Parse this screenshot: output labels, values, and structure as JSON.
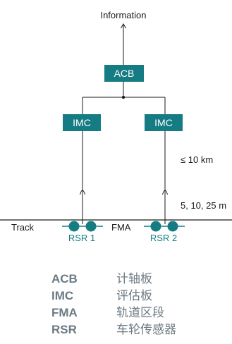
{
  "diagram": {
    "top_label": "Information",
    "acb_label": "ACB",
    "imc_left_label": "IMC",
    "imc_right_label": "IMC",
    "distance_label": "≤ 10 km",
    "heights_label": "5, 10, 25 m",
    "track_label": "Track",
    "fma_label": "FMA",
    "rsr1_label": "RSR 1",
    "rsr2_label": "RSR 2"
  },
  "colors": {
    "box_fill": "#167c84",
    "box_text": "#ffffff",
    "sensor": "#167c84",
    "line": "#1a1a1a",
    "legend_text": "#6c7a83"
  },
  "legend": [
    {
      "abbr": "ACB",
      "desc": "计轴板"
    },
    {
      "abbr": "IMC",
      "desc": "评估板"
    },
    {
      "abbr": "FMA",
      "desc": "轨道区段"
    },
    {
      "abbr": "RSR",
      "desc": "车轮传感器"
    }
  ]
}
